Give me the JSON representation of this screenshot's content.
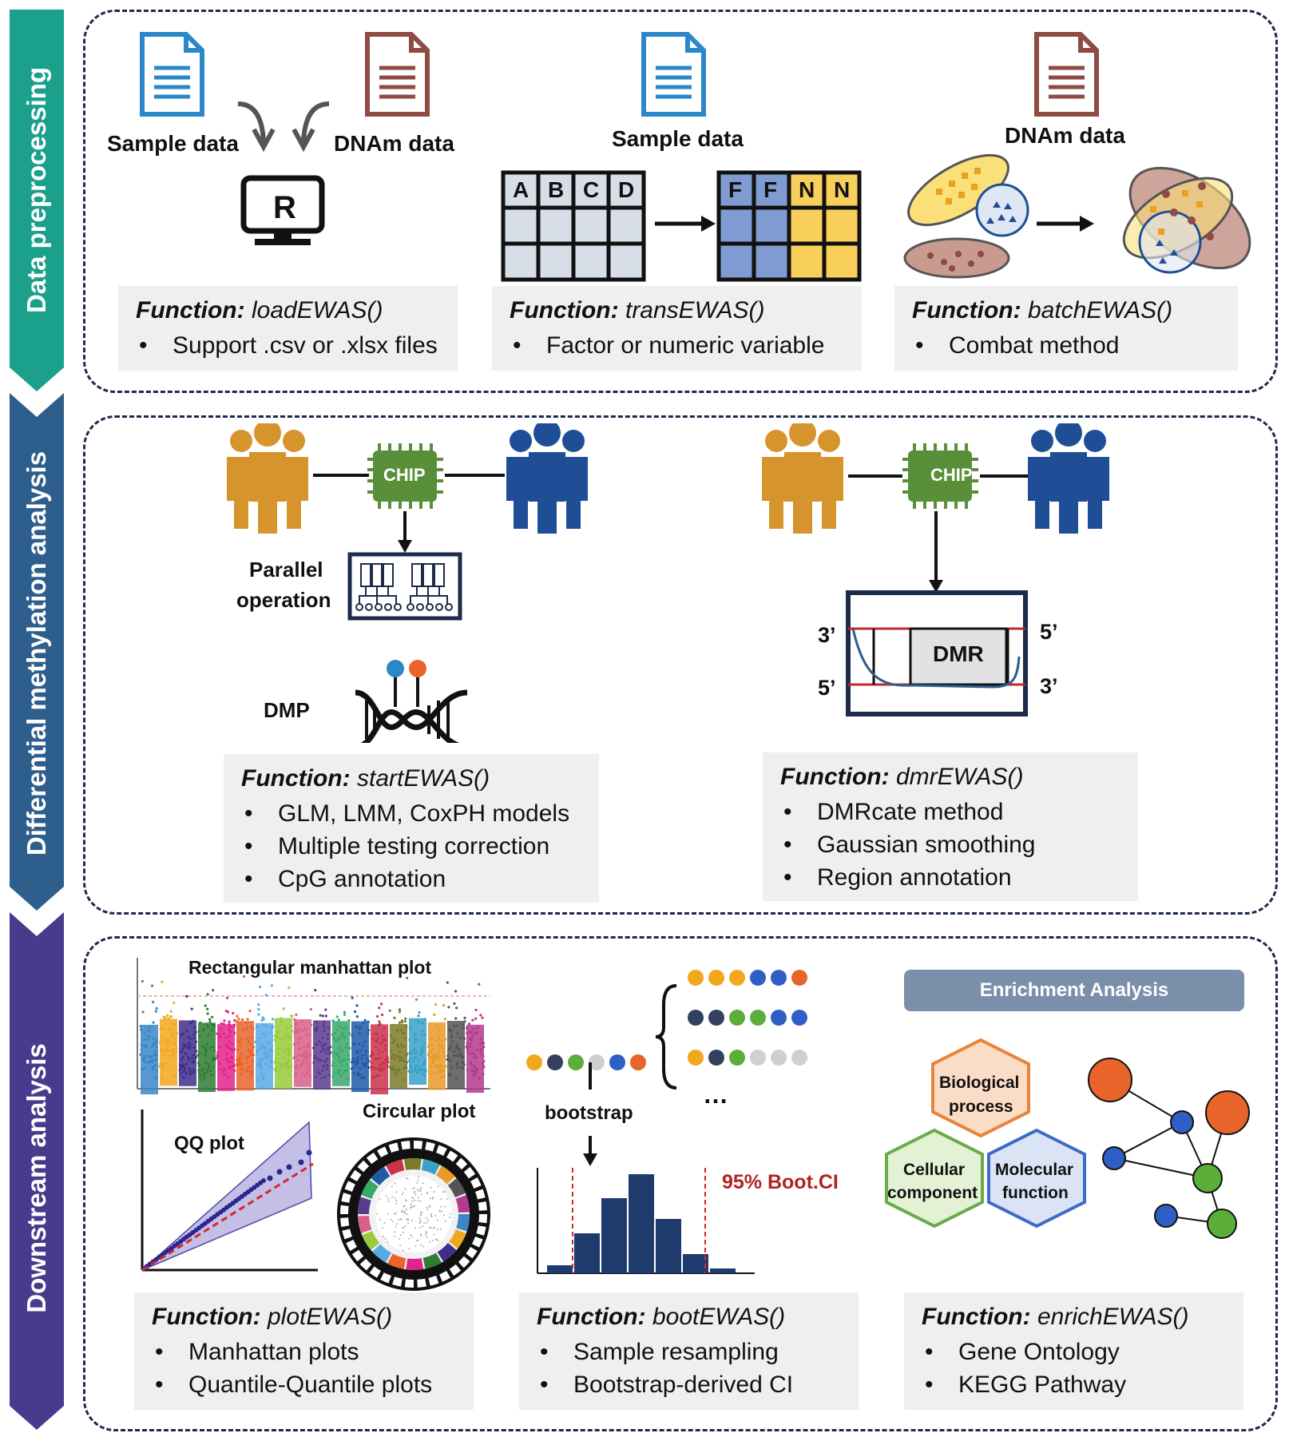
{
  "sections": [
    {
      "title": "Data preprocessing",
      "color": "#1aa08b"
    },
    {
      "title": "Differential methylation analysis",
      "color": "#2e5e8c"
    },
    {
      "title": "Downstream analysis",
      "color": "#473b8d"
    }
  ],
  "preprocessing": {
    "load": {
      "sample_label": "Sample data",
      "dnam_label": "DNAm data",
      "r_glyph": "R",
      "function_prefix": "Function:",
      "function_name": "loadEWAS()",
      "bullets": [
        "Support .csv or .xlsx files"
      ]
    },
    "trans": {
      "sample_label": "Sample data",
      "headers_before": [
        "A",
        "B",
        "C",
        "D"
      ],
      "headers_after": [
        "F",
        "F",
        "N",
        "N"
      ],
      "function_prefix": "Function:",
      "function_name": "transEWAS()",
      "bullets": [
        "Factor or numeric variable"
      ]
    },
    "batch": {
      "dnam_label": "DNAm data",
      "function_prefix": "Function:",
      "function_name": "batchEWAS()",
      "bullets": [
        "Combat method"
      ]
    }
  },
  "differential": {
    "dmp": {
      "chip_label": "CHIP",
      "parallel_label_1": "Parallel",
      "parallel_label_2": "operation",
      "dmp_label": "DMP",
      "function_prefix": "Function:",
      "function_name": "startEWAS()",
      "bullets": [
        "GLM, LMM, CoxPH models",
        "Multiple testing correction",
        "CpG annotation"
      ]
    },
    "dmr": {
      "chip_label": "CHIP",
      "dmr_label": "DMR",
      "left_top": "3’",
      "left_bottom": "5’",
      "right_top": "5’",
      "right_bottom": "3’",
      "function_prefix": "Function:",
      "function_name": "dmrEWAS()",
      "bullets": [
        "DMRcate method",
        "Gaussian smoothing",
        "Region annotation"
      ]
    }
  },
  "downstream": {
    "plot": {
      "manhattan_title": "Rectangular manhattan plot",
      "qq_title": "QQ plot",
      "circular_title": "Circular plot",
      "function_prefix": "Function:",
      "function_name": "plotEWAS()",
      "bullets": [
        "Manhattan plots",
        "Quantile-Quantile plots"
      ]
    },
    "boot": {
      "bootstrap_label": "bootstrap",
      "ellipsis": "…",
      "ci_label": "95% Boot.CI",
      "function_prefix": "Function:",
      "function_name": "bootEWAS()",
      "bullets": [
        "Sample resampling",
        "Bootstrap-derived CI"
      ]
    },
    "enrich": {
      "banner": "Enrichment Analysis",
      "hex_bio_1": "Biological",
      "hex_bio_2": "process",
      "hex_cell_1": "Cellular",
      "hex_cell_2": "component",
      "hex_mol_1": "Molecular",
      "hex_mol_2": "function",
      "function_prefix": "Function:",
      "function_name": "enrichEWAS()",
      "bullets": [
        "Gene Ontology",
        "KEGG Pathway"
      ]
    }
  },
  "colors": {
    "orange_people": "#d6952c",
    "blue_people": "#1f4e96",
    "chip_green": "#5a8f3a",
    "doc_blue": "#2b88c8",
    "doc_red": "#8e4a43",
    "hist_bar": "#1f3b6e",
    "ci_red": "#b22222"
  }
}
